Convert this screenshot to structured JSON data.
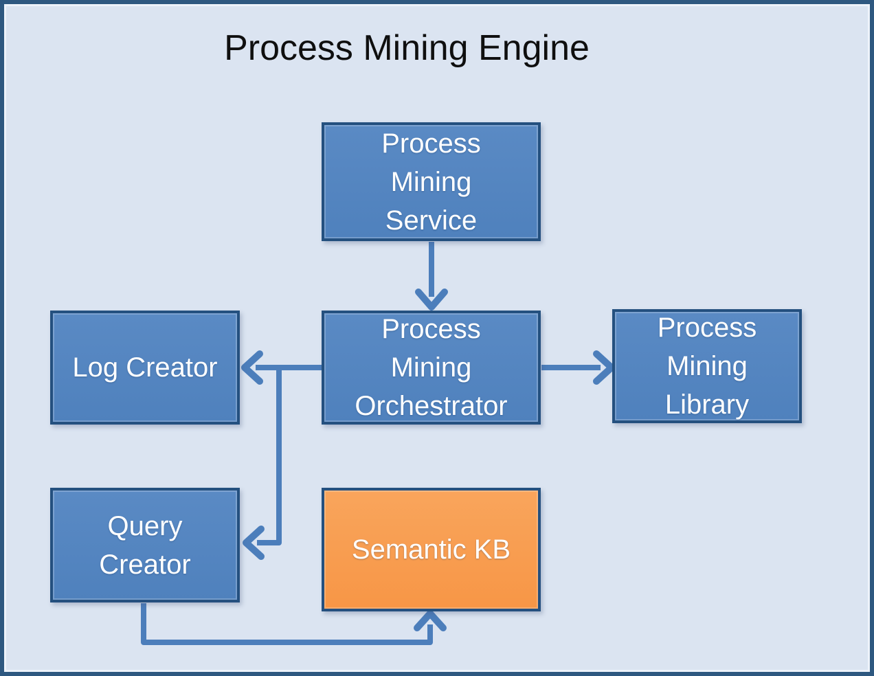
{
  "title": "Process Mining Engine",
  "colors": {
    "canvas_bg": "#dbe4f1",
    "frame_border": "#2e5880",
    "node_fill": "#4f81bd",
    "node_fill_light": "#5a8ac4",
    "node_border": "#24507f",
    "kb_fill": "#f79646",
    "kb_fill_light": "#f9a55c",
    "connector": "#4c7ebb",
    "title_color": "#0f0f0f",
    "node_text": "#ffffff"
  },
  "nodes": {
    "service": {
      "label": "Process Mining Service",
      "lines": [
        "Process",
        "Mining",
        "Service"
      ]
    },
    "orchestrator": {
      "label": "Process Mining Orchestrator",
      "lines": [
        "Process",
        "Mining",
        "Orchestrator"
      ]
    },
    "library": {
      "label": "Process Mining Library",
      "lines": [
        "Process",
        "Mining",
        "Library"
      ]
    },
    "log_creator": {
      "label": "Log Creator",
      "lines": [
        "Log Creator"
      ]
    },
    "query_creator": {
      "label": "Query Creator",
      "lines": [
        "Query",
        "Creator"
      ]
    },
    "semantic_kb": {
      "label": "Semantic KB",
      "lines": [
        "Semantic KB"
      ]
    }
  },
  "connectors": [
    {
      "from": "Process Mining Service",
      "to": "Process Mining Orchestrator",
      "direction": "down"
    },
    {
      "from": "Process Mining Orchestrator",
      "to": "Log Creator",
      "direction": "left"
    },
    {
      "from": "Process Mining Orchestrator",
      "to": "Process Mining Library",
      "direction": "right"
    },
    {
      "from": "Process Mining Orchestrator",
      "to": "Query Creator",
      "direction": "down-left"
    },
    {
      "from": "Query Creator",
      "to": "Semantic KB",
      "direction": "down-right-up"
    }
  ]
}
